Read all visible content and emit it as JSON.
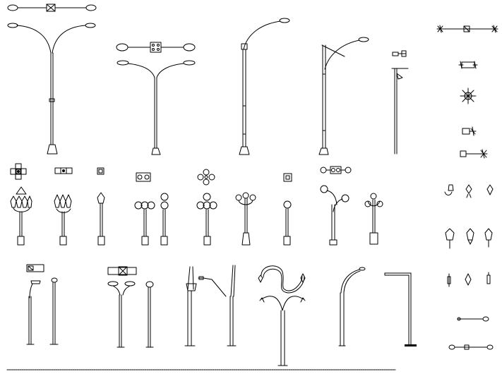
{
  "sheet": {
    "background": "#ffffff",
    "line_color": "#000000",
    "elements": [
      {
        "id": "double-arm-lamp-plan-top"
      },
      {
        "id": "double-arm-curved-pole-tall"
      },
      {
        "id": "double-arm-lamp-plan-center"
      },
      {
        "id": "double-arm-pole-elevation"
      },
      {
        "id": "single-arm-curved-pole"
      },
      {
        "id": "single-arm-tapered-pole"
      },
      {
        "id": "wall-bracket-lamp-plan"
      },
      {
        "id": "slim-bracket-pole"
      },
      {
        "id": "garden-lamp-column-symbols"
      },
      {
        "id": "lantern-cluster-posts"
      },
      {
        "id": "globe-posts"
      },
      {
        "id": "bottom-row-poles"
      },
      {
        "id": "wall-sconce-symbols"
      }
    ]
  }
}
